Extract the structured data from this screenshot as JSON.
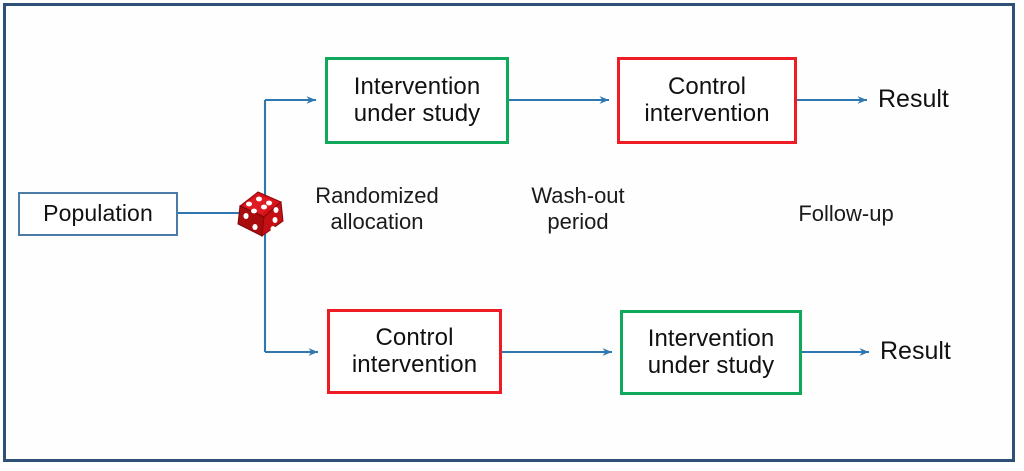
{
  "diagram": {
    "title": "Cross-over randomized controlled trial flow diagram",
    "colors": {
      "frame_border": "#2e5077",
      "intervention_border": "#10a85b",
      "control_border": "#ee1c25",
      "population_border": "#4a7ca8",
      "arrow": "#2e77b0",
      "dice_body": "#c20d0d",
      "dice_pip": "#ffffff",
      "text": "#111111",
      "background": "#ffffff"
    },
    "source_node": {
      "label": "Population"
    },
    "randomizer": {
      "icon": "dice-icon",
      "label": "Randomized\nallocation"
    },
    "stage_captions": [
      {
        "name": "randomized-allocation",
        "text": "Randomized\nallocation"
      },
      {
        "name": "wash-out-period",
        "text": "Wash-out\nperiod"
      },
      {
        "name": "follow-up",
        "text": "Follow-up"
      }
    ],
    "arms": [
      {
        "name": "arm-top",
        "steps": [
          {
            "type": "intervention",
            "text": "Intervention\nunder study"
          },
          {
            "type": "control",
            "text": "Control\nintervention"
          }
        ],
        "outcome": "Result"
      },
      {
        "name": "arm-bottom",
        "steps": [
          {
            "type": "control",
            "text": "Control\nintervention"
          },
          {
            "type": "intervention",
            "text": "Intervention\nunder study"
          }
        ],
        "outcome": "Result"
      }
    ]
  }
}
